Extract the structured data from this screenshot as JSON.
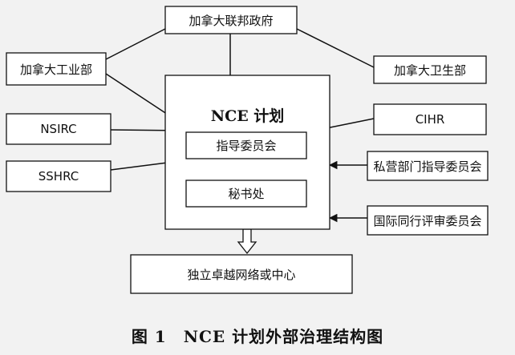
{
  "diagram": {
    "federal_government": "加拿大联邦政府",
    "industry_dept": "加拿大工业部",
    "health_dept": "加拿大卫生部",
    "nserc": "NSIRC",
    "sshrc": "SSHRC",
    "cihr": "CIHR",
    "nce_program": "NCE 计划",
    "steering_committee": "指导委员会",
    "secretariat": "秘书处",
    "private_sector_committee": "私营部门指导委员会",
    "peer_review_committee": "国际同行评审委员会",
    "networks_centres": "独立卓越网络或中心"
  },
  "caption": "图 1　NCE 计划外部治理结构图"
}
